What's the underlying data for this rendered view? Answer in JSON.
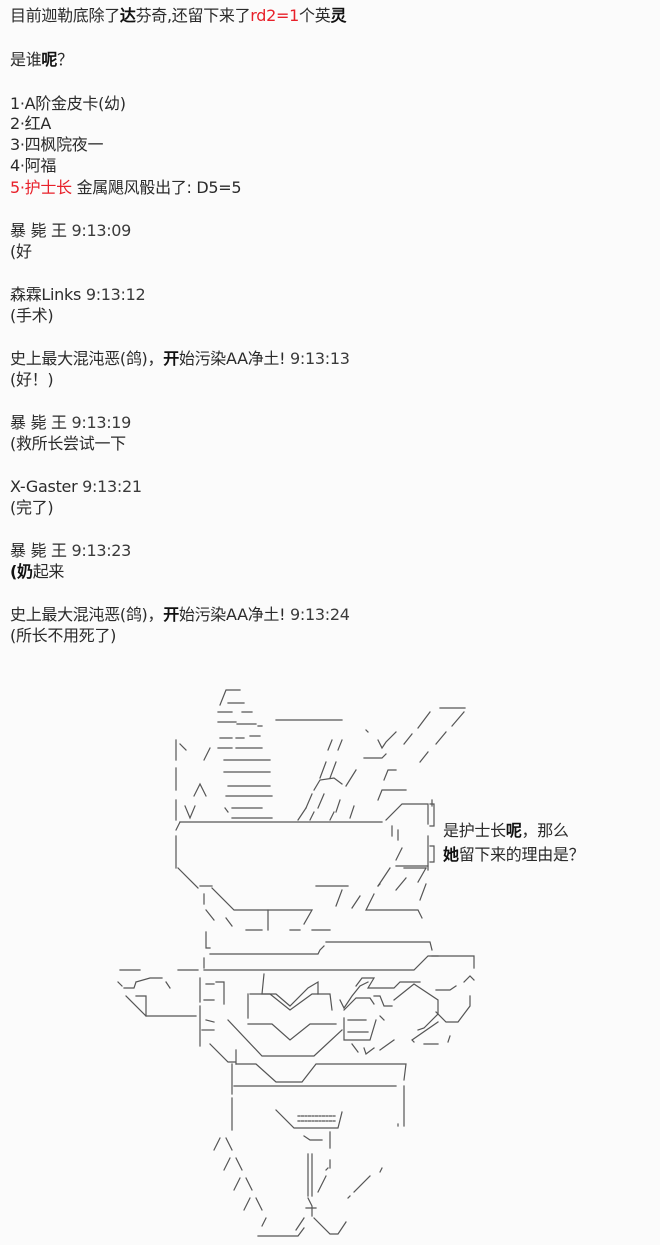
{
  "header": {
    "line1_prefix": "目前迦勒底除了",
    "line1_bold": "达",
    "line1_mid": "芬奇,还留下来了",
    "line1_roll": "rd2=1",
    "line1_suffix": "个英",
    "line1_suffix_bold": "灵",
    "line2_prefix": "是谁",
    "line2_bold": "呢",
    "line2_suffix": "？"
  },
  "options": [
    {
      "label": "1·A阶金皮卡(幼)"
    },
    {
      "label": "2·红A"
    },
    {
      "label": "3·四枫院夜一"
    },
    {
      "label": "4·阿福"
    }
  ],
  "result": {
    "label": "5·护士长",
    "text": " 金属飓风骰出了: D5=5",
    "color": "#e8202a"
  },
  "comments": [
    {
      "author": "暴 毙 王",
      "time": "9:13:09",
      "text": "(好"
    },
    {
      "author": "森霖Links",
      "time": "9:13:12",
      "text": "(手术)"
    },
    {
      "author": "史上最大混沌恶(鸽)，",
      "author_bold": "开",
      "author_rest": "始污染AA净土!",
      "time": "9:13:13",
      "text": "(好！)"
    },
    {
      "author": "暴 毙 王",
      "time": "9:13:19",
      "text": "(救所长尝试一下"
    },
    {
      "author": "X-Gaster",
      "time": "9:13:21",
      "text": "(完了)"
    },
    {
      "author": "暴 毙 王",
      "time": "9:13:23",
      "text_bold": "(奶",
      "text": "起来"
    },
    {
      "author": "史上最大混沌恶(鸽)，",
      "author_bold": "开",
      "author_rest": "始污染AA净土!",
      "time": "9:13:24",
      "text": "(所长不用死了)"
    }
  ],
  "speech": {
    "line1_prefix": "是护士长",
    "line1_bold": "呢",
    "line1_suffix": "，那么",
    "line2_bold": "她",
    "line2_suffix": "留下来的理由是？"
  },
  "colors": {
    "background": "#fbfbfb",
    "text": "#2b2b2b",
    "accent_red": "#e8202a"
  }
}
